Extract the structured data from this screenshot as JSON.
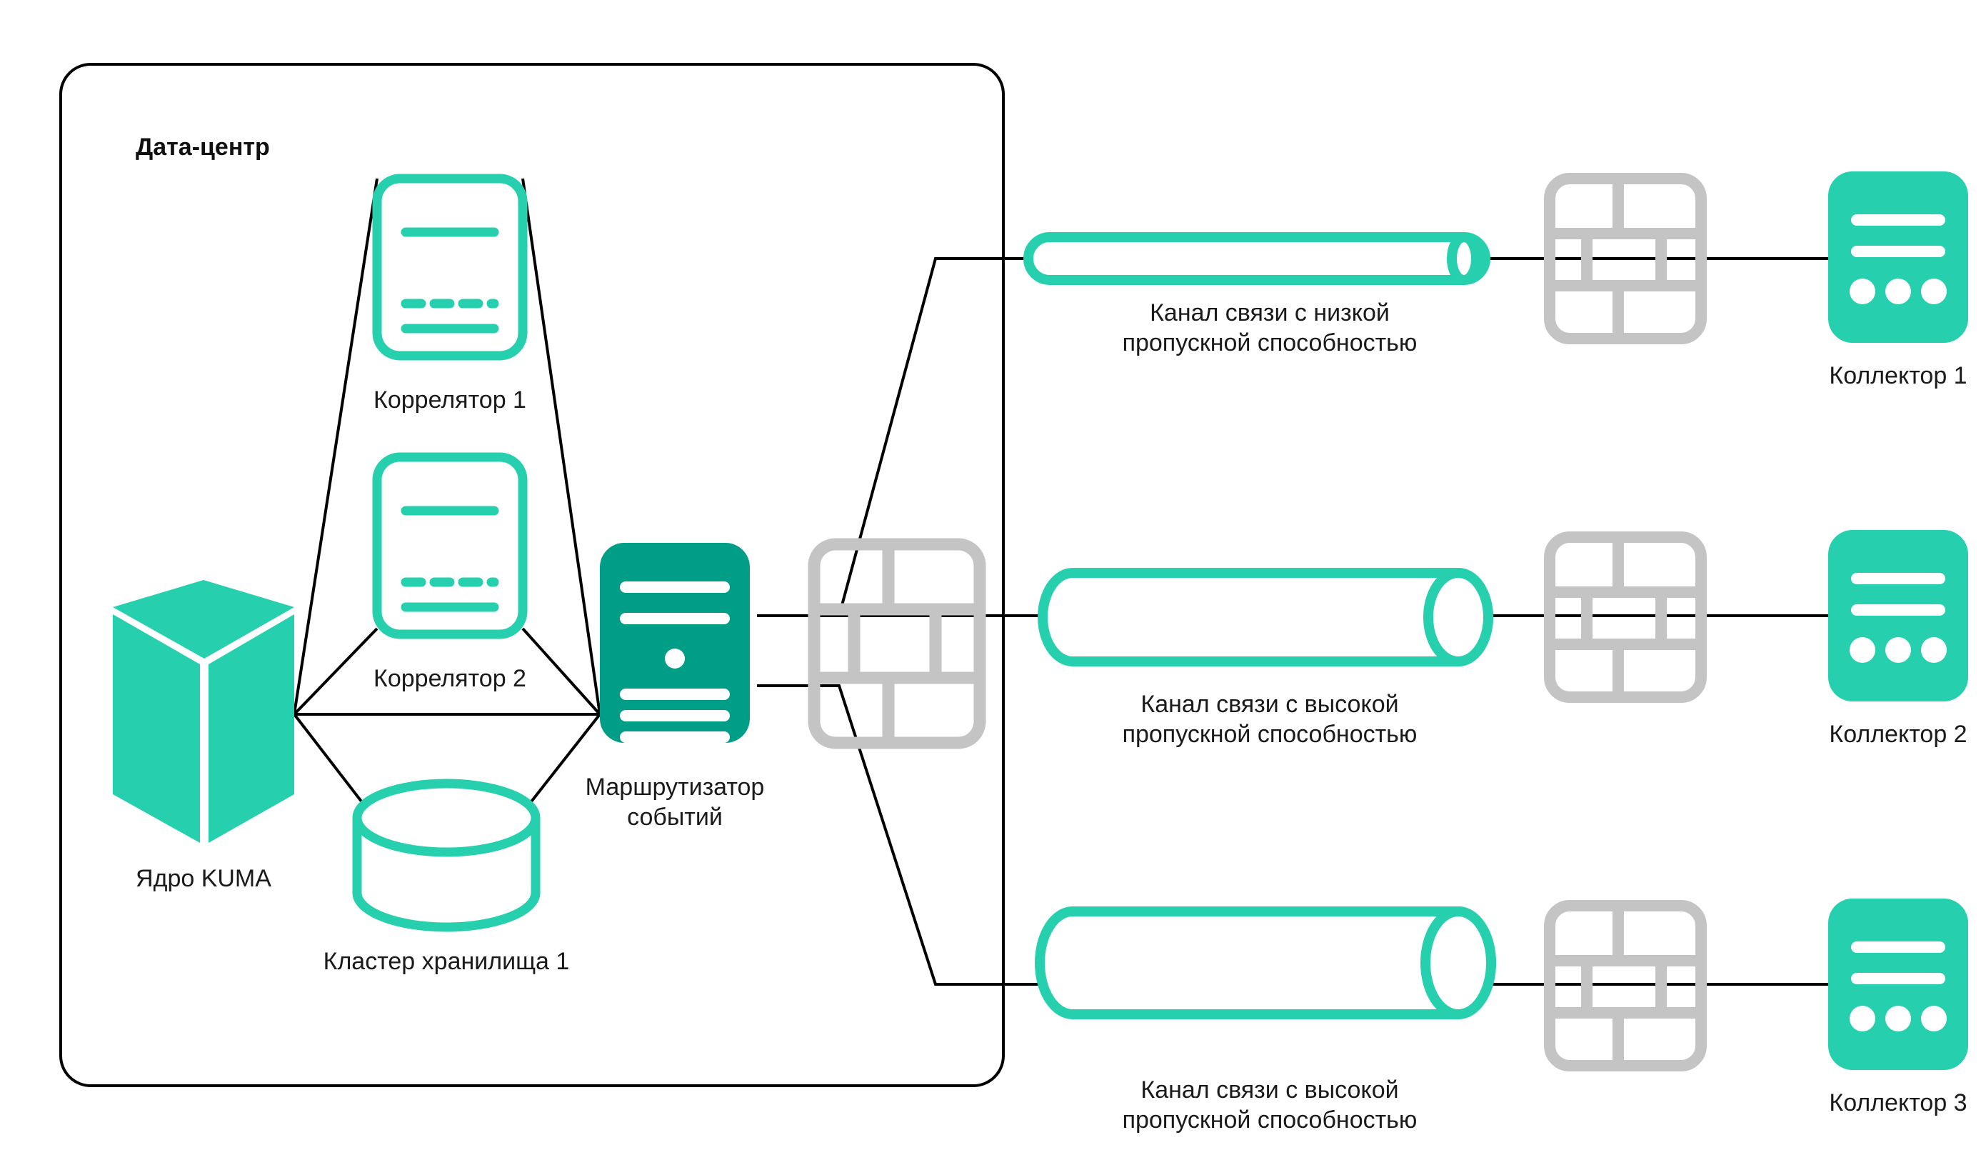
{
  "diagram": {
    "title_visible": false,
    "zone": {
      "label": "Дата-центр",
      "border_color": "#000000"
    },
    "colors": {
      "accent_light": "#26D0AE",
      "accent_dark": "#009E87",
      "firewall_gray": "#C4C4C4",
      "line": "#000000",
      "text": "#1a1a1a",
      "background": "#ffffff"
    },
    "nodes": [
      {
        "id": "kuma-core",
        "label": "Ядро KUMA",
        "icon": "cube-icon",
        "color": "#26D0AE"
      },
      {
        "id": "correlator-1",
        "label": "Коррелятор 1",
        "icon": "correlator-icon",
        "color": "#26D0AE"
      },
      {
        "id": "correlator-2",
        "label": "Коррелятор 2",
        "icon": "correlator-icon",
        "color": "#26D0AE"
      },
      {
        "id": "storage-cluster-1",
        "label": "Кластер хранилища 1",
        "icon": "database-icon",
        "color": "#26D0AE"
      },
      {
        "id": "event-router",
        "label": "Маршрутизатор\nсобытий",
        "label_line1": "Маршрутизатор",
        "label_line2": "событий",
        "icon": "server-icon",
        "color": "#009E87"
      },
      {
        "id": "collector-1",
        "label": "Коллектор 1",
        "icon": "collector-icon",
        "color": "#26D0AE"
      },
      {
        "id": "collector-2",
        "label": "Коллектор 2",
        "icon": "collector-icon",
        "color": "#26D0AE"
      },
      {
        "id": "collector-3",
        "label": "Коллектор 3",
        "icon": "collector-icon",
        "color": "#26D0AE"
      }
    ],
    "firewalls": [
      {
        "id": "firewall-internal",
        "icon": "firewall-brick-icon",
        "color": "#C4C4C4"
      },
      {
        "id": "firewall-1",
        "icon": "firewall-brick-icon",
        "color": "#C4C4C4"
      },
      {
        "id": "firewall-2",
        "icon": "firewall-brick-icon",
        "color": "#C4C4C4"
      },
      {
        "id": "firewall-3",
        "icon": "firewall-brick-icon",
        "color": "#C4C4C4"
      }
    ],
    "channels": [
      {
        "id": "channel-1",
        "icon": "pipe-thin-icon",
        "bandwidth": "low",
        "label_line1": "Канал связи с низкой",
        "label_line2": "пропускной способностью"
      },
      {
        "id": "channel-2",
        "icon": "pipe-thick-icon",
        "bandwidth": "high",
        "label_line1": "Канал связи с высокой",
        "label_line2": "пропускной способностью"
      },
      {
        "id": "channel-3",
        "icon": "pipe-thick-icon",
        "bandwidth": "high",
        "label_line1": "Канал связи с высокой",
        "label_line2": "пропускной способностью"
      }
    ]
  }
}
